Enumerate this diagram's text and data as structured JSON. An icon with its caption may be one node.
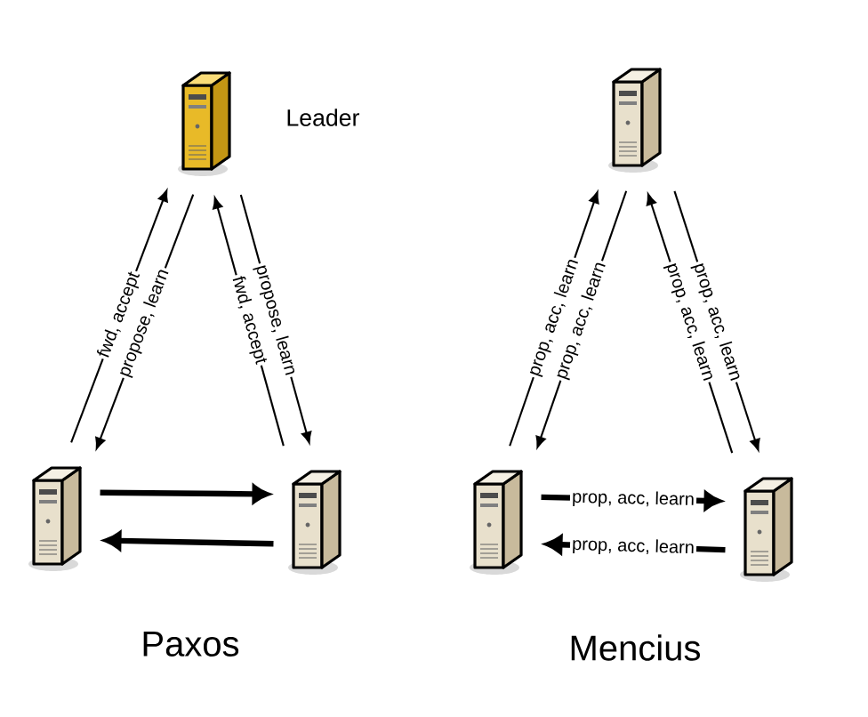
{
  "diagram": {
    "nodes": [
      {
        "text": [],
        "shape": "picture",
        "beside": [
          "Leader"
        ]
      },
      {
        "text": [],
        "shape": "picture"
      },
      {
        "text": [],
        "shape": "picture"
      },
      {
        "text": [],
        "shape": "picture"
      },
      {
        "text": [],
        "shape": "picture"
      },
      {
        "text": [],
        "shape": "picture"
      }
    ],
    "edges": [
      {
        "from": 1,
        "to": 0,
        "arrow": "to",
        "label": "fwd, accept"
      },
      {
        "from": 0,
        "to": 1,
        "arrow": "to",
        "label": "propose, learn"
      },
      {
        "from": 0,
        "to": 2,
        "arrow": "to",
        "label": "propose, learn"
      },
      {
        "from": 2,
        "to": 0,
        "arrow": "to",
        "label": "fwd, accept"
      },
      {
        "from": 1,
        "to": 2,
        "arrow": "to",
        "style": "thick"
      },
      {
        "from": 2,
        "to": 1,
        "arrow": "to",
        "style": "thick"
      },
      {
        "from": 4,
        "to": 3,
        "arrow": "to",
        "label": "prop, acc, learn"
      },
      {
        "from": 3,
        "to": 4,
        "arrow": "to",
        "label": "prop, acc, learn"
      },
      {
        "from": 3,
        "to": 5,
        "arrow": "to",
        "label": "prop, acc, learn"
      },
      {
        "from": 5,
        "to": 3,
        "arrow": "to",
        "label": "prop, acc, learn"
      },
      {
        "from": 4,
        "to": 5,
        "arrow": "to",
        "style": "thick",
        "label": "prop, acc, learn"
      },
      {
        "from": 5,
        "to": 4,
        "arrow": "to",
        "style": "thick",
        "label": "prop, acc, learn"
      }
    ],
    "labels": [
      "Paxos",
      "Mencius"
    ]
  }
}
